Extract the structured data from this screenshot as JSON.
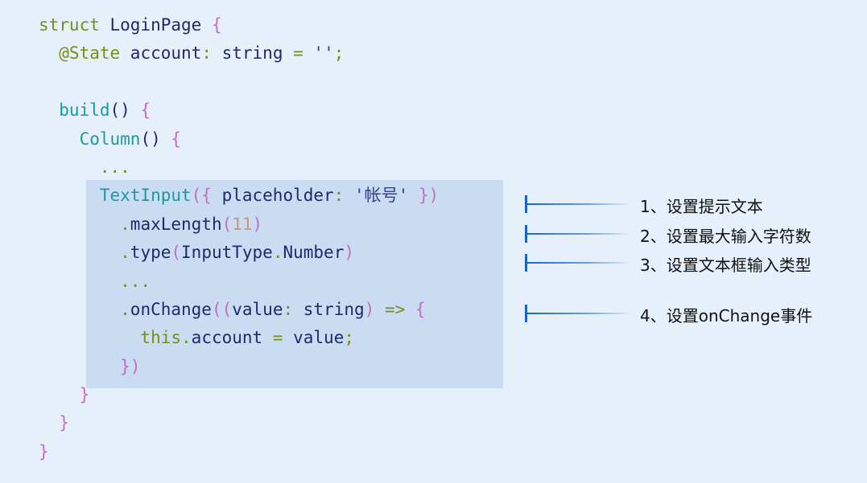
{
  "code": {
    "lines": [
      [
        {
          "t": "struct",
          "c": "kw"
        },
        {
          "t": " LoginPage ",
          "c": "pl"
        },
        {
          "t": "{",
          "c": "br"
        }
      ],
      [
        {
          "t": "  @State",
          "c": "kw"
        },
        {
          "t": " account",
          "c": "pl"
        },
        {
          "t": ":",
          "c": "kw"
        },
        {
          "t": " string ",
          "c": "pl"
        },
        {
          "t": "=",
          "c": "kw"
        },
        {
          "t": " ''",
          "c": "str"
        },
        {
          "t": ";",
          "c": "kw"
        }
      ],
      [],
      [
        {
          "t": "  build",
          "c": "fn"
        },
        {
          "t": "()",
          "c": "pl"
        },
        {
          "t": " {",
          "c": "br"
        }
      ],
      [
        {
          "t": "    Column",
          "c": "fn"
        },
        {
          "t": "()",
          "c": "pl"
        },
        {
          "t": " {",
          "c": "br"
        }
      ],
      [
        {
          "t": "      ...",
          "c": "ellip"
        }
      ],
      [
        {
          "t": "      TextInput",
          "c": "fn"
        },
        {
          "t": "({",
          "c": "br"
        },
        {
          "t": " placeholder",
          "c": "pl"
        },
        {
          "t": ":",
          "c": "kw"
        },
        {
          "t": " '帐号'",
          "c": "str"
        },
        {
          "t": " })",
          "c": "br"
        }
      ],
      [
        {
          "t": "        .",
          "c": "kw"
        },
        {
          "t": "maxLength",
          "c": "pl"
        },
        {
          "t": "(",
          "c": "br"
        },
        {
          "t": "11",
          "c": "num"
        },
        {
          "t": ")",
          "c": "br"
        }
      ],
      [
        {
          "t": "        .",
          "c": "kw"
        },
        {
          "t": "type",
          "c": "pl"
        },
        {
          "t": "(",
          "c": "br"
        },
        {
          "t": "InputType",
          "c": "pl"
        },
        {
          "t": ".",
          "c": "kw"
        },
        {
          "t": "Number",
          "c": "pl"
        },
        {
          "t": ")",
          "c": "br"
        }
      ],
      [
        {
          "t": "        ...",
          "c": "ellip"
        }
      ],
      [
        {
          "t": "        .",
          "c": "kw"
        },
        {
          "t": "onChange",
          "c": "pl"
        },
        {
          "t": "((",
          "c": "br"
        },
        {
          "t": "value",
          "c": "pl"
        },
        {
          "t": ":",
          "c": "kw"
        },
        {
          "t": " string",
          "c": "pl"
        },
        {
          "t": ")",
          "c": "br"
        },
        {
          "t": " =>",
          "c": "kw"
        },
        {
          "t": " {",
          "c": "br"
        }
      ],
      [
        {
          "t": "          this",
          "c": "kw"
        },
        {
          "t": ".",
          "c": "kw"
        },
        {
          "t": "account ",
          "c": "pl"
        },
        {
          "t": "=",
          "c": "kw"
        },
        {
          "t": " value",
          "c": "pl"
        },
        {
          "t": ";",
          "c": "kw"
        }
      ],
      [
        {
          "t": "        })",
          "c": "br"
        }
      ],
      [
        {
          "t": "    }",
          "c": "br"
        }
      ],
      [
        {
          "t": "  }",
          "c": "br"
        }
      ],
      [
        {
          "t": "}",
          "c": "br"
        }
      ]
    ]
  },
  "annotations": [
    {
      "label": "1、设置提示文本"
    },
    {
      "label": "2、设置最大输入字符数"
    },
    {
      "label": "3、设置文本框输入类型"
    },
    {
      "label": "4、设置onChange事件"
    }
  ],
  "colors": {
    "background": "#e6f0fb",
    "highlight": "#c9dcf1",
    "accent": "#1b63c7"
  }
}
